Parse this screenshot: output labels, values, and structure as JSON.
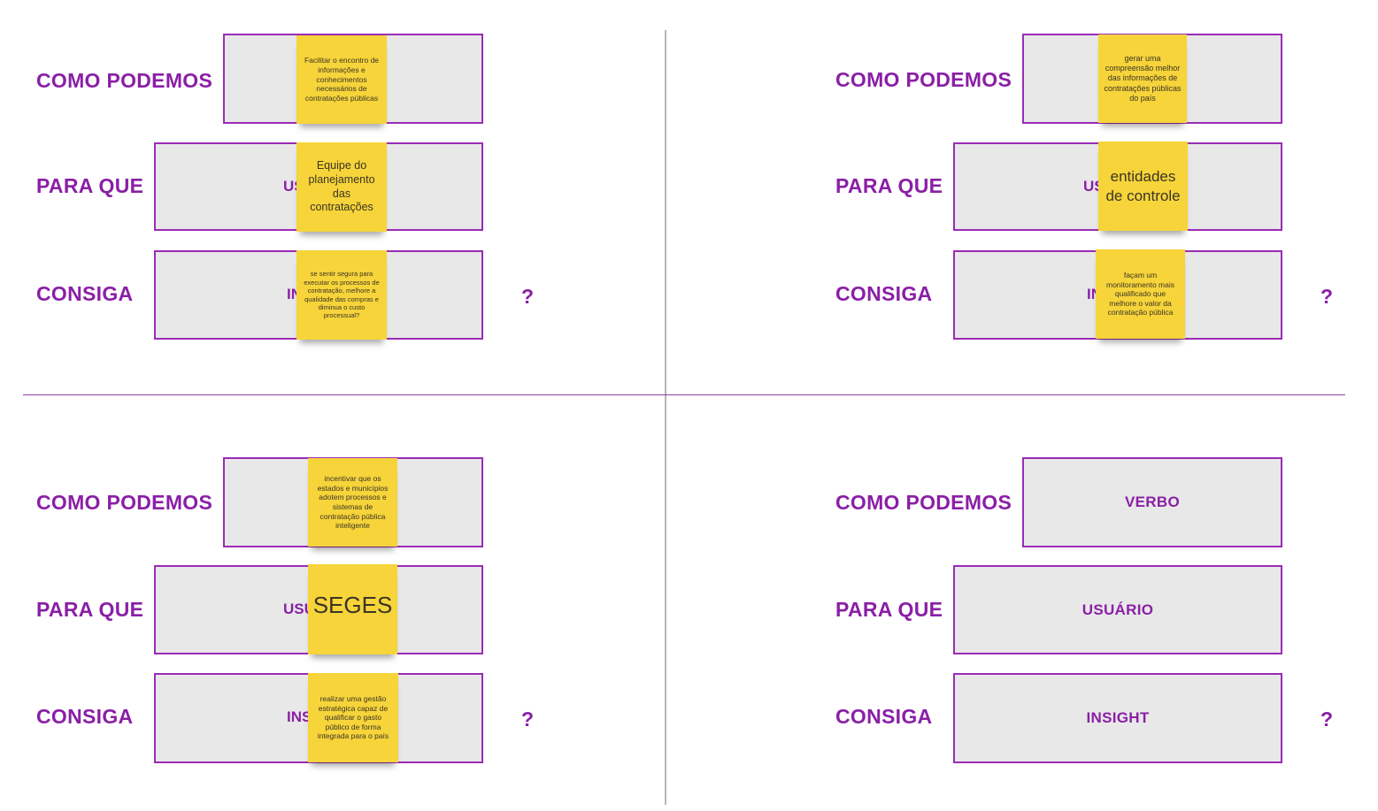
{
  "labels": {
    "como": "COMO PODEMOS",
    "para": "PARA QUE",
    "consiga": "CONSIGA",
    "question": "?"
  },
  "placeholders": {
    "verbo": "VERBO",
    "usuario": "USUÁRIO",
    "insight": "INSIGHT"
  },
  "partials": {
    "us": "US",
    "usu": "USU",
    "in": "IN",
    "ins": "INS"
  },
  "quadrants": [
    {
      "como_note": "Facilitar o encontro de informações e conhecimentos necessários de contratações públicas",
      "para_note": "Equipe do planejamento das contratações",
      "consiga_note": "se sentir segura para executar os processos de contratação, melhore a qualidade das compras e diminua o custo processual?"
    },
    {
      "como_note": "gerar uma compreensão melhor das informações de contratações públicas do país",
      "para_note": "entidades de controle",
      "consiga_note": "façam um monitoramento mais qualificado que melhore o valor da contratação pública"
    },
    {
      "como_note": "incentivar que os estados e municípios adotem processos e sistemas de contratação pública inteligente",
      "para_note": "SEGES",
      "consiga_note": "realizar uma gestão estratégica capaz de qualificar o gasto público de forma integrada para o país"
    }
  ]
}
